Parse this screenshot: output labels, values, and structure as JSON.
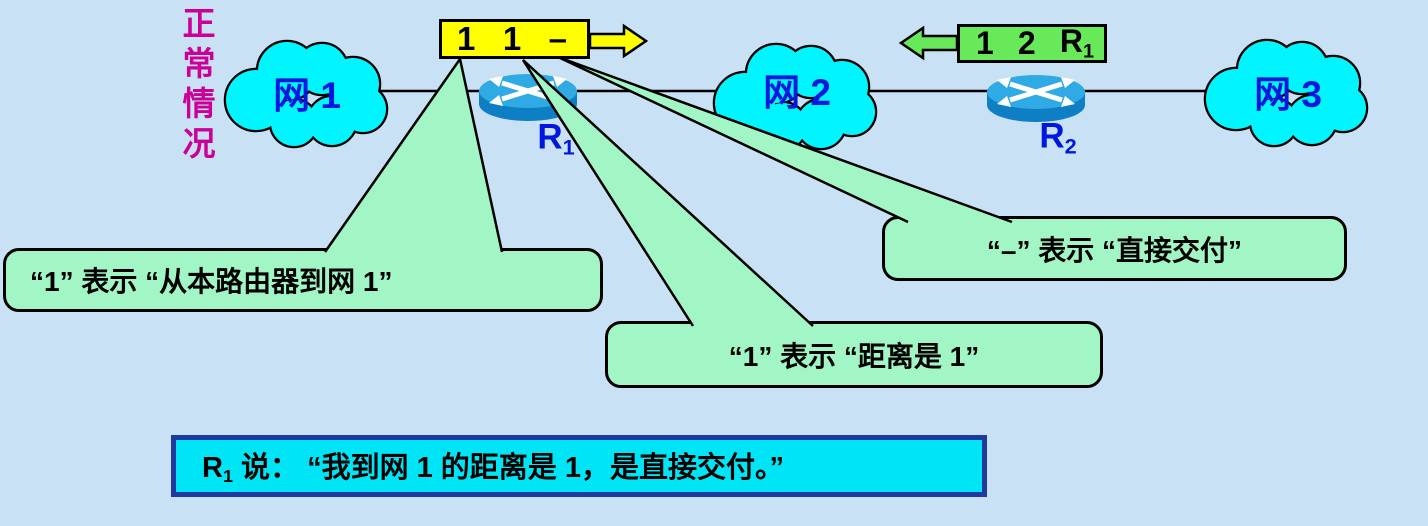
{
  "colors": {
    "background": "#C8E1F5",
    "cloud_fill": "#00F5FF",
    "callout_fill": "#A2F6C6",
    "yellow_packet_fill": "#FFFF00",
    "green_packet_fill": "#68E95A",
    "speech_fill": "#00E5F5",
    "speech_border": "#1F3A9E",
    "network_label_blue": "#0018DD",
    "scenario_magenta": "#CC0099"
  },
  "scenario_label": "正常情况",
  "clouds": [
    {
      "label": "网 1"
    },
    {
      "label": "网 2"
    },
    {
      "label": "网 3"
    }
  ],
  "routers": [
    {
      "base": "R",
      "sub": "1"
    },
    {
      "base": "R",
      "sub": "2"
    }
  ],
  "yellow_packet": {
    "fields": [
      "1",
      "1",
      "–"
    ]
  },
  "green_packet": {
    "field1": "1",
    "field2": "2",
    "hop_base": "R",
    "hop_sub": "1"
  },
  "callouts": {
    "net": "“1” 表示 “从本路由器到网 1”",
    "direct": "“–” 表示 “直接交付”",
    "distance": "“1” 表示 “距离是 1”"
  },
  "speech": {
    "router_base": "R",
    "router_sub": "1",
    "rest": " 说： “我到网 1 的距离是 1，是直接交付。”"
  }
}
